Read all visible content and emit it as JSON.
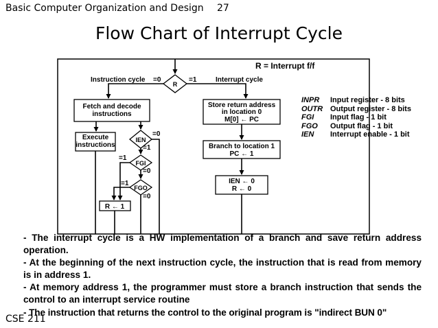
{
  "header": {
    "left": "Basic Computer Organization and Design",
    "page_number": "27"
  },
  "title": "Flow Chart of Interrupt Cycle",
  "diagram": {
    "rff_label": "R = Interrupt f/f",
    "instruction_cycle": "Instruction cycle",
    "interrupt_cycle": "Interrupt cycle",
    "decision_r": "R",
    "eq0": "=0",
    "eq1": "=1",
    "fetch": [
      "Fetch and decode",
      "instructions"
    ],
    "execute": [
      "Execute",
      "instructions"
    ],
    "ien": "IEN",
    "fgi": "FGI",
    "fgo": "FGO",
    "r_set": "R ← 1",
    "store": [
      "Store return address",
      "in location 0",
      "M[0] ← PC"
    ],
    "branch": [
      "Branch to location 1",
      "PC ← 1"
    ],
    "clear": [
      "IEN ← 0",
      "R ← 0"
    ]
  },
  "legend": [
    {
      "sym": "INPR",
      "desc": "Input register - 8 bits"
    },
    {
      "sym": "OUTR",
      "desc": "Output register - 8 bits"
    },
    {
      "sym": "FGI",
      "desc": "Input flag - 1 bit"
    },
    {
      "sym": "FGO",
      "desc": "Output flag - 1 bit"
    },
    {
      "sym": "IEN",
      "desc": "Interrupt enable - 1 bit"
    }
  ],
  "notes": [
    "- The interrupt cycle is a HW implementation of a branch and save return address operation.",
    "- At the beginning of the next instruction cycle, the instruction that is read from memory is in address 1.",
    "- At memory address 1, the programmer must store a branch instruction that sends the control to an interrupt service routine",
    "- The instruction that returns the control to the original program is \"indirect BUN 0\""
  ],
  "footer": "CSE 211"
}
